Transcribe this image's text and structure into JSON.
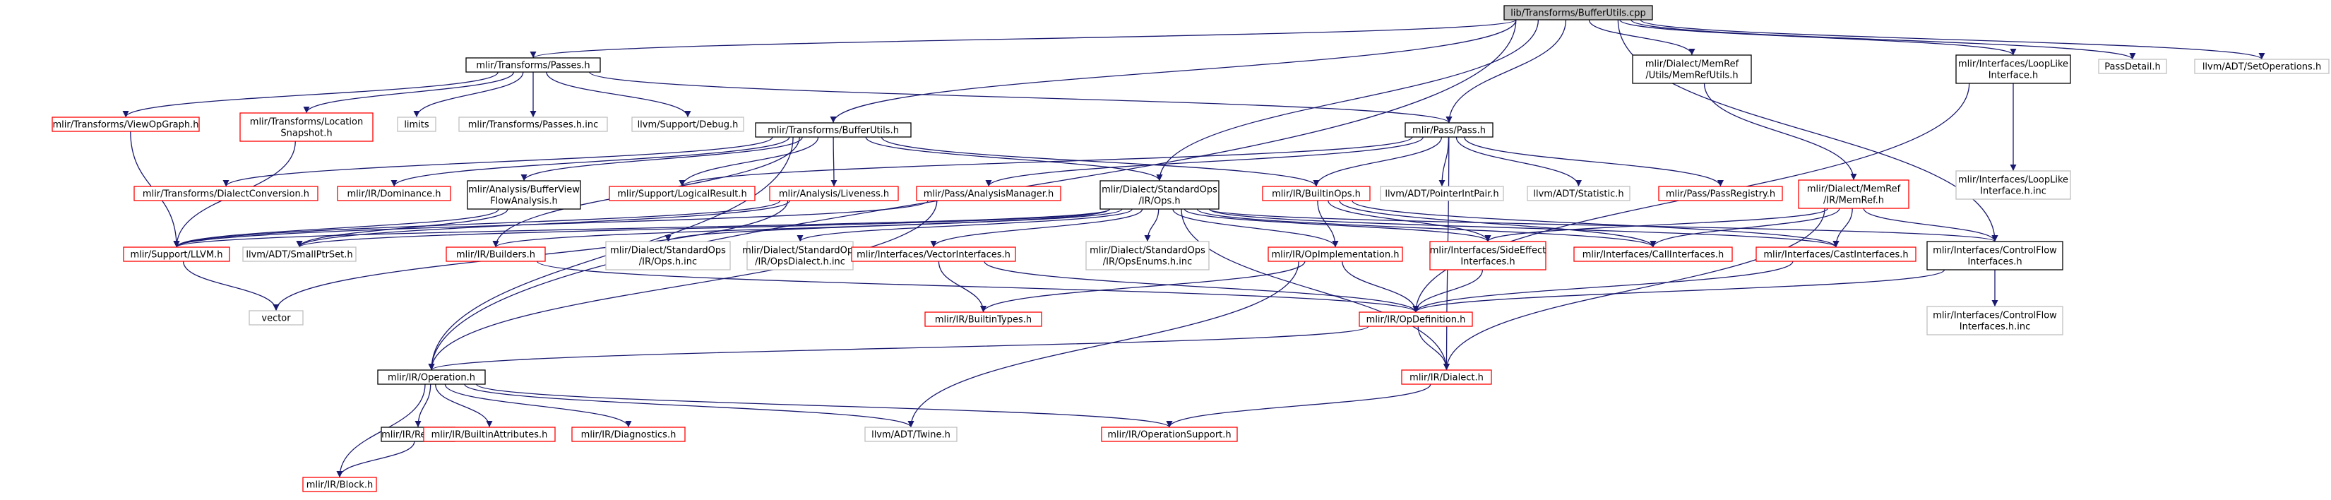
{
  "title": "lib/Transforms/BufferUtils.cpp",
  "colors": {
    "edge": "#191970",
    "root_fill": "#bfbfbf",
    "root_border": "#000000",
    "documented_border": "#000000",
    "truncated_border": "#ff0000",
    "external_border": "#bfbfbf",
    "external_text": "#404040"
  },
  "nodes": [
    {
      "id": "root",
      "label": [
        "lib/Transforms/BufferUtils.cpp"
      ],
      "kind": "root"
    },
    {
      "id": "passes",
      "label": [
        "mlir/Transforms/Passes.h"
      ],
      "kind": "documented"
    },
    {
      "id": "dmemref_utils",
      "label": [
        "mlir/Dialect/MemRef",
        "/Utils/MemRefUtils.h"
      ],
      "kind": "documented"
    },
    {
      "id": "looplike",
      "label": [
        "mlir/Interfaces/LoopLike",
        "Interface.h"
      ],
      "kind": "documented"
    },
    {
      "id": "passdetail",
      "label": [
        "PassDetail.h"
      ],
      "kind": "external"
    },
    {
      "id": "setops",
      "label": [
        "llvm/ADT/SetOperations.h"
      ],
      "kind": "external"
    },
    {
      "id": "viewopgraph",
      "label": [
        "mlir/Transforms/ViewOpGraph.h"
      ],
      "kind": "truncated"
    },
    {
      "id": "locsnap",
      "label": [
        "mlir/Transforms/Location",
        "Snapshot.h"
      ],
      "kind": "truncated"
    },
    {
      "id": "limits",
      "label": [
        "limits"
      ],
      "kind": "external"
    },
    {
      "id": "passes_inc",
      "label": [
        "mlir/Transforms/Passes.h.inc"
      ],
      "kind": "external"
    },
    {
      "id": "debug",
      "label": [
        "llvm/Support/Debug.h"
      ],
      "kind": "external"
    },
    {
      "id": "pass",
      "label": [
        "mlir/Pass/Pass.h"
      ],
      "kind": "documented"
    },
    {
      "id": "bufferutils",
      "label": [
        "mlir/Transforms/BufferUtils.h"
      ],
      "kind": "documented"
    },
    {
      "id": "looplike_inc",
      "label": [
        "mlir/Interfaces/LoopLike",
        "Interface.h.inc"
      ],
      "kind": "external"
    },
    {
      "id": "memref",
      "label": [
        "mlir/Dialect/MemRef",
        "/IR/MemRef.h"
      ],
      "kind": "truncated"
    },
    {
      "id": "dialectconv",
      "label": [
        "mlir/Transforms/DialectConversion.h"
      ],
      "kind": "truncated"
    },
    {
      "id": "dominance",
      "label": [
        "mlir/IR/Dominance.h"
      ],
      "kind": "truncated"
    },
    {
      "id": "bvfa",
      "label": [
        "mlir/Analysis/BufferView",
        "FlowAnalysis.h"
      ],
      "kind": "documented"
    },
    {
      "id": "logical",
      "label": [
        "mlir/Support/LogicalResult.h"
      ],
      "kind": "truncated"
    },
    {
      "id": "liveness",
      "label": [
        "mlir/Analysis/Liveness.h"
      ],
      "kind": "truncated"
    },
    {
      "id": "anamgr",
      "label": [
        "mlir/Pass/AnalysisManager.h"
      ],
      "kind": "truncated"
    },
    {
      "id": "stdops",
      "label": [
        "mlir/Dialect/StandardOps",
        "/IR/Ops.h"
      ],
      "kind": "documented"
    },
    {
      "id": "builtinops",
      "label": [
        "mlir/IR/BuiltinOps.h"
      ],
      "kind": "truncated"
    },
    {
      "id": "ptrintpair",
      "label": [
        "llvm/ADT/PointerIntPair.h"
      ],
      "kind": "external"
    },
    {
      "id": "statistic",
      "label": [
        "llvm/ADT/Statistic.h"
      ],
      "kind": "external"
    },
    {
      "id": "passregistry",
      "label": [
        "mlir/Pass/PassRegistry.h"
      ],
      "kind": "truncated"
    },
    {
      "id": "llvmh",
      "label": [
        "mlir/Support/LLVM.h"
      ],
      "kind": "truncated"
    },
    {
      "id": "smallptrset",
      "label": [
        "llvm/ADT/SmallPtrSet.h"
      ],
      "kind": "external"
    },
    {
      "id": "builders",
      "label": [
        "mlir/IR/Builders.h"
      ],
      "kind": "truncated"
    },
    {
      "id": "opsh_inc",
      "label": [
        "mlir/Dialect/StandardOps",
        "/IR/Ops.h.inc"
      ],
      "kind": "external"
    },
    {
      "id": "opsdialect_inc",
      "label": [
        "mlir/Dialect/StandardOps",
        "/IR/OpsDialect.h.inc"
      ],
      "kind": "external"
    },
    {
      "id": "vectorint",
      "label": [
        "mlir/Interfaces/VectorInterfaces.h"
      ],
      "kind": "truncated"
    },
    {
      "id": "opsenums_inc",
      "label": [
        "mlir/Dialect/StandardOps",
        "/IR/OpsEnums.h.inc"
      ],
      "kind": "external"
    },
    {
      "id": "opimpl",
      "label": [
        "mlir/IR/OpImplementation.h"
      ],
      "kind": "truncated"
    },
    {
      "id": "sideeffect",
      "label": [
        "mlir/Interfaces/SideEffect",
        "Interfaces.h"
      ],
      "kind": "truncated"
    },
    {
      "id": "callint",
      "label": [
        "mlir/Interfaces/CallInterfaces.h"
      ],
      "kind": "truncated"
    },
    {
      "id": "castint",
      "label": [
        "mlir/Interfaces/CastInterfaces.h"
      ],
      "kind": "truncated"
    },
    {
      "id": "cflowint",
      "label": [
        "mlir/Interfaces/ControlFlow",
        "Interfaces.h"
      ],
      "kind": "documented"
    },
    {
      "id": "vector",
      "label": [
        "vector"
      ],
      "kind": "external"
    },
    {
      "id": "builtintypes",
      "label": [
        "mlir/IR/BuiltinTypes.h"
      ],
      "kind": "truncated"
    },
    {
      "id": "opdef",
      "label": [
        "mlir/IR/OpDefinition.h"
      ],
      "kind": "truncated"
    },
    {
      "id": "cflow_inc",
      "label": [
        "mlir/Interfaces/ControlFlow",
        "Interfaces.h.inc"
      ],
      "kind": "external"
    },
    {
      "id": "operation",
      "label": [
        "mlir/IR/Operation.h"
      ],
      "kind": "documented"
    },
    {
      "id": "dialect",
      "label": [
        "mlir/IR/Dialect.h"
      ],
      "kind": "truncated"
    },
    {
      "id": "region",
      "label": [
        "mlir/IR/Region.h"
      ],
      "kind": "documented"
    },
    {
      "id": "builtinattrs",
      "label": [
        "mlir/IR/BuiltinAttributes.h"
      ],
      "kind": "truncated"
    },
    {
      "id": "diagnostics",
      "label": [
        "mlir/IR/Diagnostics.h"
      ],
      "kind": "truncated"
    },
    {
      "id": "twine",
      "label": [
        "llvm/ADT/Twine.h"
      ],
      "kind": "external"
    },
    {
      "id": "opsupport",
      "label": [
        "mlir/IR/OperationSupport.h"
      ],
      "kind": "truncated"
    },
    {
      "id": "block",
      "label": [
        "mlir/IR/Block.h"
      ],
      "kind": "truncated"
    }
  ],
  "edges": [
    [
      "root",
      "passes"
    ],
    [
      "root",
      "dmemref_utils"
    ],
    [
      "root",
      "looplike"
    ],
    [
      "root",
      "passdetail"
    ],
    [
      "root",
      "setops"
    ],
    [
      "root",
      "bufferutils"
    ],
    [
      "root",
      "pass"
    ],
    [
      "root",
      "stdops"
    ],
    [
      "root",
      "cflowint"
    ],
    [
      "root",
      "operation"
    ],
    [
      "passes",
      "viewopgraph"
    ],
    [
      "passes",
      "locsnap"
    ],
    [
      "passes",
      "limits"
    ],
    [
      "passes",
      "passes_inc"
    ],
    [
      "passes",
      "debug"
    ],
    [
      "passes",
      "pass"
    ],
    [
      "viewopgraph",
      "llvmh"
    ],
    [
      "locsnap",
      "llvmh"
    ],
    [
      "dmemref_utils",
      "memref"
    ],
    [
      "looplike",
      "looplike_inc"
    ],
    [
      "looplike",
      "opdef"
    ],
    [
      "pass",
      "anamgr"
    ],
    [
      "pass",
      "builtinops"
    ],
    [
      "pass",
      "ptrintpair"
    ],
    [
      "pass",
      "statistic"
    ],
    [
      "pass",
      "passregistry"
    ],
    [
      "pass",
      "logical"
    ],
    [
      "pass",
      "dialect"
    ],
    [
      "bufferutils",
      "dialectconv"
    ],
    [
      "bufferutils",
      "dominance"
    ],
    [
      "bufferutils",
      "bvfa"
    ],
    [
      "bufferutils",
      "logical"
    ],
    [
      "bufferutils",
      "liveness"
    ],
    [
      "bufferutils",
      "stdops"
    ],
    [
      "bufferutils",
      "builtinops"
    ],
    [
      "bufferutils",
      "operation"
    ],
    [
      "bufferutils",
      "builders"
    ],
    [
      "memref",
      "sideeffect"
    ],
    [
      "memref",
      "callint"
    ],
    [
      "memref",
      "castint"
    ],
    [
      "memref",
      "cflowint"
    ],
    [
      "memref",
      "dialect"
    ],
    [
      "bvfa",
      "llvmh"
    ],
    [
      "bvfa",
      "smallptrset"
    ],
    [
      "liveness",
      "llvmh"
    ],
    [
      "liveness",
      "smallptrset"
    ],
    [
      "liveness",
      "vector"
    ],
    [
      "anamgr",
      "llvmh"
    ],
    [
      "anamgr",
      "operation"
    ],
    [
      "stdops",
      "llvmh"
    ],
    [
      "stdops",
      "smallptrset"
    ],
    [
      "stdops",
      "builders"
    ],
    [
      "stdops",
      "opsh_inc"
    ],
    [
      "stdops",
      "opsdialect_inc"
    ],
    [
      "stdops",
      "vectorint"
    ],
    [
      "stdops",
      "opsenums_inc"
    ],
    [
      "stdops",
      "opimpl"
    ],
    [
      "stdops",
      "sideeffect"
    ],
    [
      "stdops",
      "callint"
    ],
    [
      "stdops",
      "castint"
    ],
    [
      "stdops",
      "cflowint"
    ],
    [
      "stdops",
      "dialect"
    ],
    [
      "builtinops",
      "opimpl"
    ],
    [
      "builtinops",
      "sideeffect"
    ],
    [
      "builtinops",
      "callint"
    ],
    [
      "builtinops",
      "castint"
    ],
    [
      "llvmh",
      "vector"
    ],
    [
      "builders",
      "opdef"
    ],
    [
      "vectorint",
      "builtintypes"
    ],
    [
      "vectorint",
      "opdef"
    ],
    [
      "opimpl",
      "builtintypes"
    ],
    [
      "opimpl",
      "opdef"
    ],
    [
      "opimpl",
      "twine"
    ],
    [
      "sideeffect",
      "opdef"
    ],
    [
      "castint",
      "opdef"
    ],
    [
      "cflowint",
      "opdef"
    ],
    [
      "cflowint",
      "cflow_inc"
    ],
    [
      "opdef",
      "operation"
    ],
    [
      "opdef",
      "dialect"
    ],
    [
      "operation",
      "region"
    ],
    [
      "operation",
      "builtinattrs"
    ],
    [
      "operation",
      "diagnostics"
    ],
    [
      "operation",
      "twine"
    ],
    [
      "operation",
      "opsupport"
    ],
    [
      "operation",
      "block"
    ],
    [
      "region",
      "block"
    ],
    [
      "dialect",
      "opsupport"
    ]
  ]
}
